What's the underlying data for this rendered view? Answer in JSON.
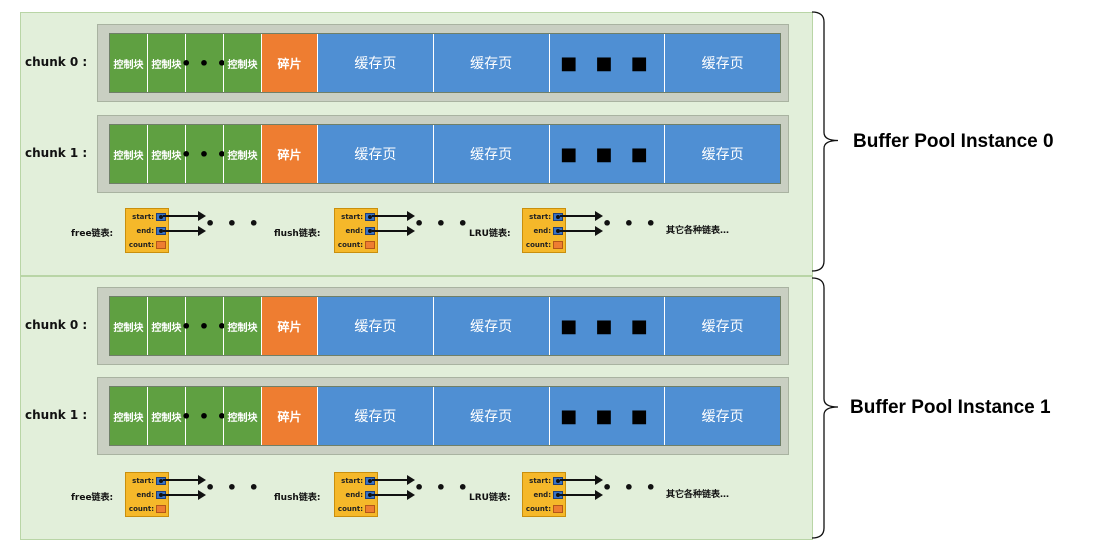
{
  "cells": {
    "control_block": "控制块",
    "dots": "• • •",
    "fragment": "碎片",
    "cache_page": "缓存页",
    "page_dots": "■ ■ ■"
  },
  "instances": [
    {
      "name": "Buffer Pool Instance 0",
      "chunks": [
        {
          "label": "chunk 0 :"
        },
        {
          "label": "chunk 1 :"
        }
      ],
      "lists": [
        "free链表:",
        "flush链表:",
        "LRU链表:"
      ],
      "other": "其它各种链表…"
    },
    {
      "name": "Buffer Pool Instance 1",
      "chunks": [
        {
          "label": "chunk 0 :"
        },
        {
          "label": "chunk 1 :"
        }
      ],
      "lists": [
        "free链表:",
        "flush链表:",
        "LRU链表:"
      ],
      "other": "其它各种链表…"
    }
  ],
  "node": {
    "start": "start:",
    "end": "end:",
    "count": "count:"
  },
  "list_dots": "• • •",
  "colors": {
    "instance_bg": "#e2efda",
    "control_block": "#5fa041",
    "fragment": "#ee7d31",
    "cache_page": "#4f8fd3",
    "node": "#f5b82a"
  }
}
